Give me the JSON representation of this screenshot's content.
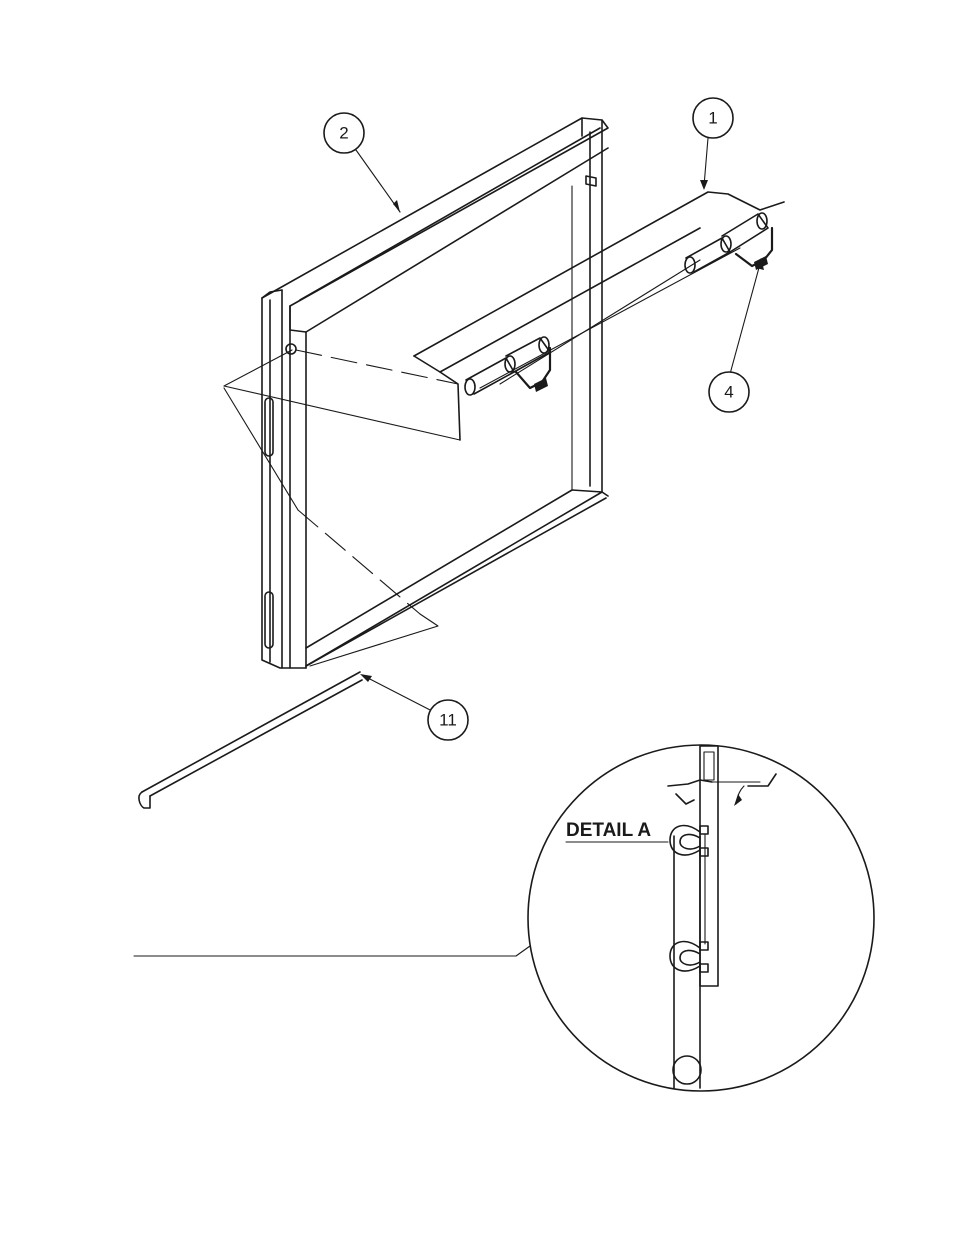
{
  "callouts": [
    {
      "id": "c1",
      "label": "1"
    },
    {
      "id": "c2",
      "label": "2"
    },
    {
      "id": "c4",
      "label": "4"
    },
    {
      "id": "c11",
      "label": "11"
    }
  ],
  "detail": {
    "label": "DETAIL A"
  }
}
